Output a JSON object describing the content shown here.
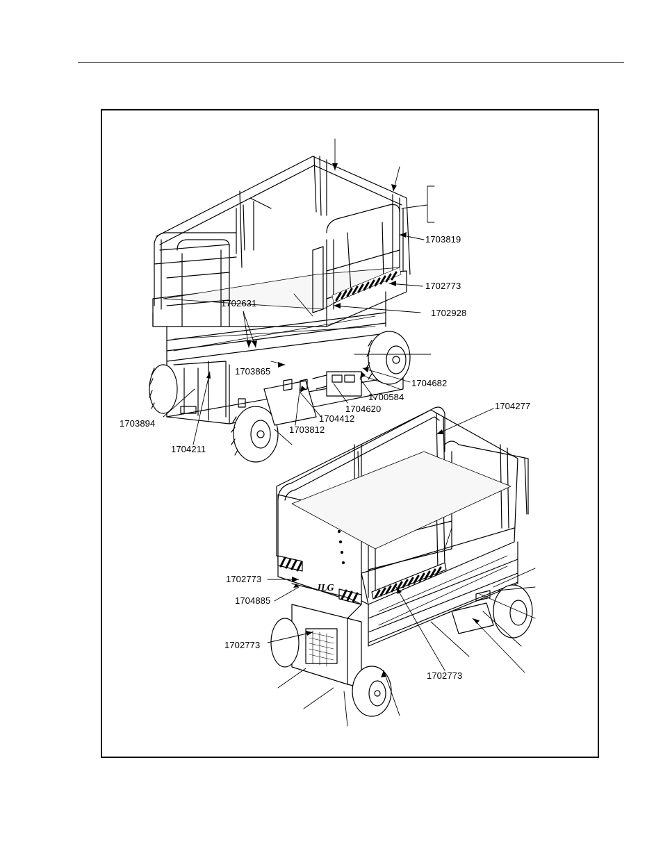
{
  "figure": {
    "callouts": {
      "c1703819": "1703819",
      "c1702773_upper": "1702773",
      "c1702631": "1702631",
      "c1702928": "1702928",
      "c1703865": "1703865",
      "c1704682": "1704682",
      "c1700584": "1700584",
      "c1704620": "1704620",
      "c1704412": "1704412",
      "c1703812": "1703812",
      "c1703894": "1703894",
      "c1704211": "1704211",
      "c1704277": "1704277",
      "c1702773_left": "1702773",
      "c1704885": "1704885",
      "c1702773_side": "1702773",
      "c1702773_bottom": "1702773"
    }
  }
}
